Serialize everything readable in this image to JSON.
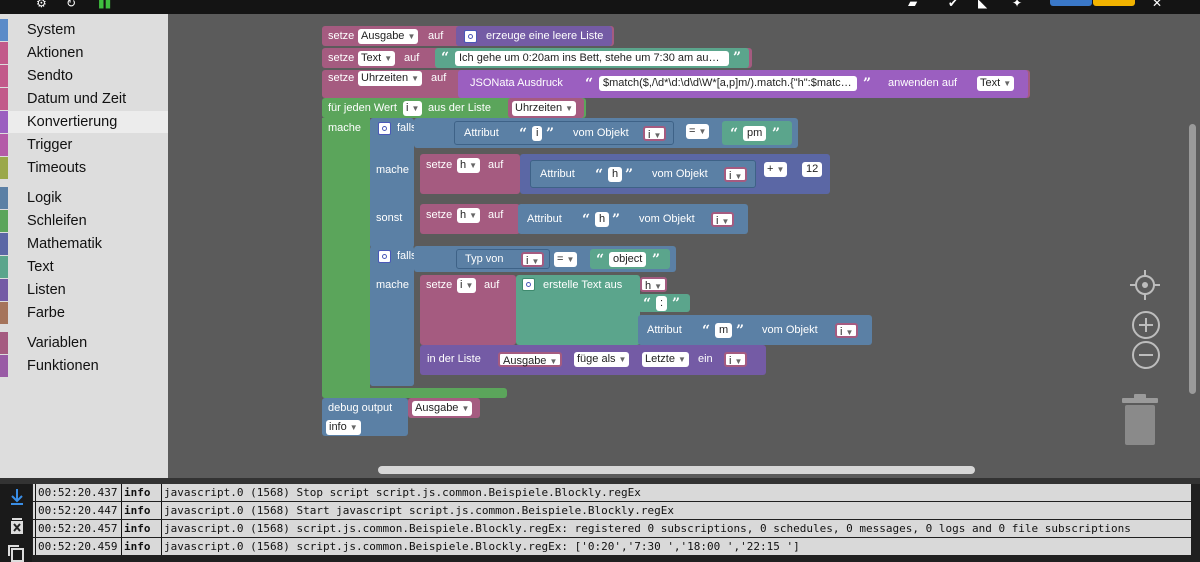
{
  "toolbox": {
    "categories": [
      {
        "label": "System",
        "color": "#5b8bc8"
      },
      {
        "label": "Aktionen",
        "color": "#c25a8a"
      },
      {
        "label": "Sendto",
        "color": "#c25a8a"
      },
      {
        "label": "Datum und Zeit",
        "color": "#c25a8a"
      },
      {
        "label": "Konvertierung",
        "color": "#9b5fc0"
      },
      {
        "label": "Trigger",
        "color": "#b45aa8"
      },
      {
        "label": "Timeouts",
        "color": "#9aa84a"
      },
      {
        "label": "Logik",
        "color": "#5b80a5"
      },
      {
        "label": "Schleifen",
        "color": "#5ba55b"
      },
      {
        "label": "Mathematik",
        "color": "#5b67a5"
      },
      {
        "label": "Text",
        "color": "#5ba58c"
      },
      {
        "label": "Listen",
        "color": "#745ba5"
      },
      {
        "label": "Farbe",
        "color": "#a5745b"
      },
      {
        "label": "Variablen",
        "color": "#a55b80"
      },
      {
        "label": "Funktionen",
        "color": "#995ba5"
      }
    ],
    "selected": "Konvertierung"
  },
  "blocks": {
    "setze": "setze",
    "auf": "auf",
    "var_ausgabe": "Ausgabe",
    "var_text": "Text",
    "var_uhrzeiten": "Uhrzeiten",
    "var_i": "i",
    "var_h": "h",
    "erzeuge_liste": "erzeuge eine leere Liste",
    "text_value": "Ich gehe um 0:20am ins Bett, stehe um 7:30 am au…",
    "jsonata_label": "JSONata Ausdruck",
    "jsonata_expr": "$match($,/\\d*\\d:\\d\\d\\W*[a,p]m/).match.{\"h\":$matc…",
    "anwenden_auf": "anwenden auf",
    "fuer_jeden": "für jeden Wert",
    "aus_der_liste": "aus der Liste",
    "mache": "mache",
    "falls": "falls",
    "sonst": "sonst",
    "attribut": "Attribut",
    "vom_objekt": "vom Objekt",
    "eq_op": "=",
    "plus_op": "+",
    "str_pm": "pm",
    "str_h": "h",
    "str_m": "m",
    "str_colon": ":",
    "str_object": "object",
    "num_12": "12",
    "typ_von": "Typ von",
    "erstelle_text": "erstelle Text aus",
    "in_der_liste": "in der Liste",
    "fuege_als": "füge als",
    "letzte": "Letzte",
    "ein": "ein",
    "debug_output": "debug output",
    "level_info": "info"
  },
  "log": {
    "rows": [
      {
        "time": "00:52:20.437",
        "level": "info",
        "message": "javascript.0 (1568) Stop script script.js.common.Beispiele.Blockly.regEx"
      },
      {
        "time": "00:52:20.447",
        "level": "info",
        "message": "javascript.0 (1568) Start javascript script.js.common.Beispiele.Blockly.regEx"
      },
      {
        "time": "00:52:20.457",
        "level": "info",
        "message": "javascript.0 (1568) script.js.common.Beispiele.Blockly.regEx: registered 0 subscriptions, 0 schedules, 0 messages, 0 logs and 0 file subscriptions"
      },
      {
        "time": "00:52:20.459",
        "level": "info",
        "message": "javascript.0 (1568) script.js.common.Beispiele.Blockly.regEx: ['0:20','7:30 ','18:00 ','22:15 ']"
      }
    ]
  },
  "icons": {
    "locate": "crosshair-icon",
    "zoom_in": "zoom-in-icon",
    "zoom_out": "zoom-out-icon",
    "trash": "trash-icon",
    "scroll_down": "scroll-down-icon",
    "clear_log": "clear-log-icon",
    "copy_log": "copy-icon"
  },
  "colors": {
    "variables": "#a55b80",
    "lists": "#745ba5",
    "text": "#5ba58c",
    "logic": "#5b80a5",
    "loops": "#5ba55b",
    "math": "#5b67a5",
    "convert": "#9b5fc0",
    "system": "#5b8bc8"
  }
}
